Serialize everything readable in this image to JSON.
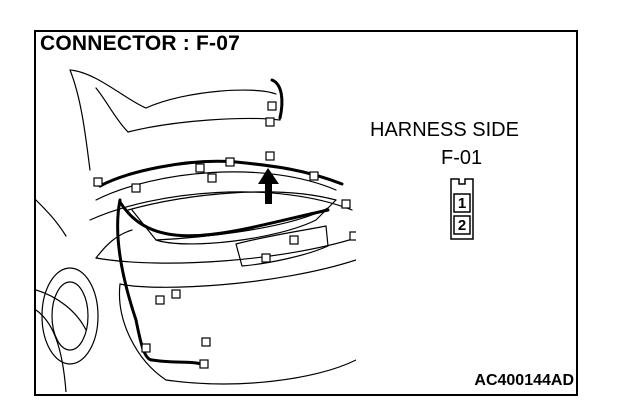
{
  "title": "CONNECTOR : F-07",
  "harness": {
    "label": "HARNESS SIDE",
    "connector_code": "F-01",
    "pins": [
      "1",
      "2"
    ]
  },
  "figure_id": "AC400144AD",
  "icons": {
    "arrow": "up-arrow-icon",
    "car": "car-rear-illustration"
  }
}
